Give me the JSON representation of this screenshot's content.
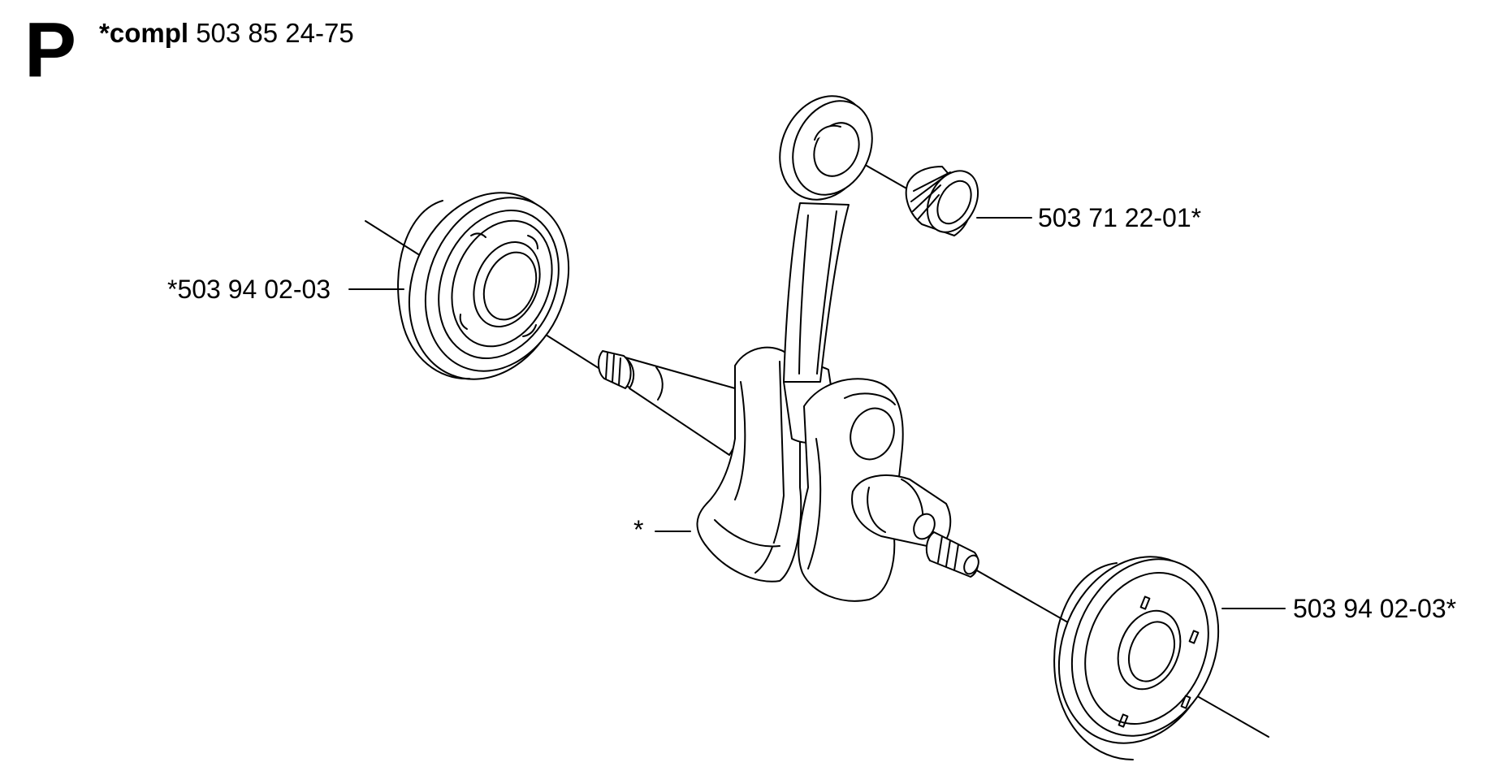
{
  "header": {
    "section_letter": "P",
    "compl_prefix": "*compl",
    "compl_number": "503 85 24-75"
  },
  "callouts": {
    "needle_bearing": "503 71 22-01*",
    "left_bearing": "*503 94 02-03",
    "crankshaft": "*",
    "right_bearing": "503 94 02-03*"
  },
  "colors": {
    "ink": "#000000",
    "paper": "#ffffff"
  }
}
